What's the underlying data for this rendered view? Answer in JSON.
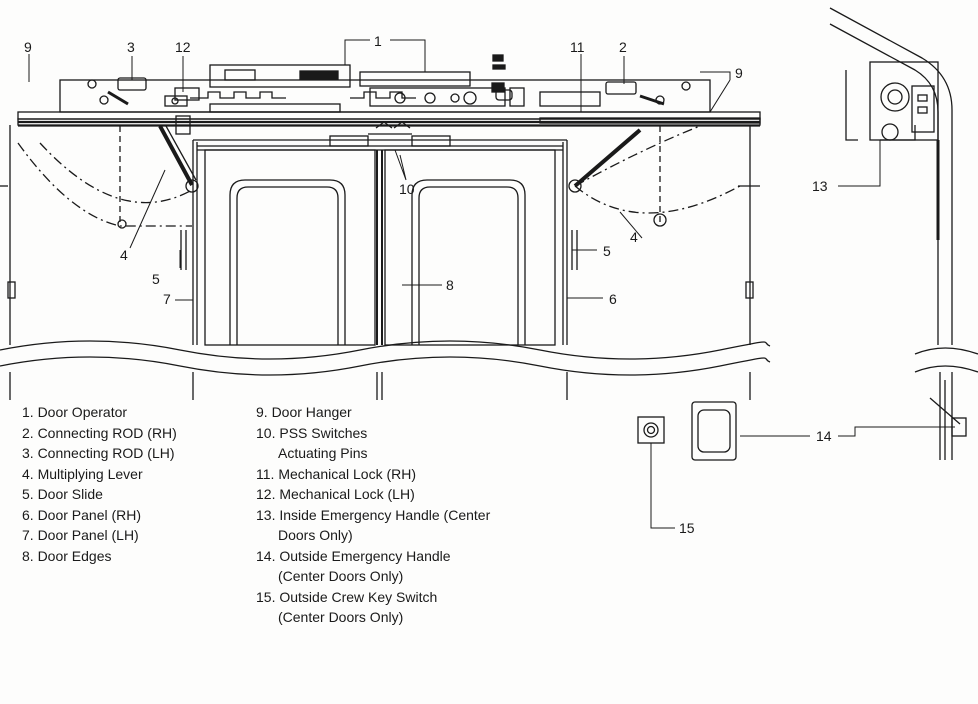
{
  "callouts": [
    "1",
    "2",
    "3",
    "4",
    "4",
    "5",
    "5",
    "6",
    "7",
    "8",
    "9",
    "9",
    "10",
    "11",
    "12",
    "13",
    "14",
    "15"
  ],
  "legend_left": [
    "1. Door Operator",
    "2. Connecting ROD (RH)",
    "3. Connecting ROD (LH)",
    "4. Multiplying Lever",
    "5. Door Slide",
    "6. Door Panel (RH)",
    "7. Door Panel (LH)",
    "8. Door Edges"
  ],
  "legend_right": [
    "9. Door Hanger",
    "10. PSS Switches",
    "Actuating Pins",
    "11. Mechanical Lock (RH)",
    "12. Mechanical Lock (LH)",
    "13. Inside Emergency Handle (Center",
    "Doors Only)",
    "14. Outside Emergency Handle",
    "(Center Doors Only)",
    "15. Outside Crew Key Switch",
    "(Center Doors Only)"
  ],
  "colors": {
    "line": "#1a1a1a",
    "background": "#fdfdfc"
  }
}
